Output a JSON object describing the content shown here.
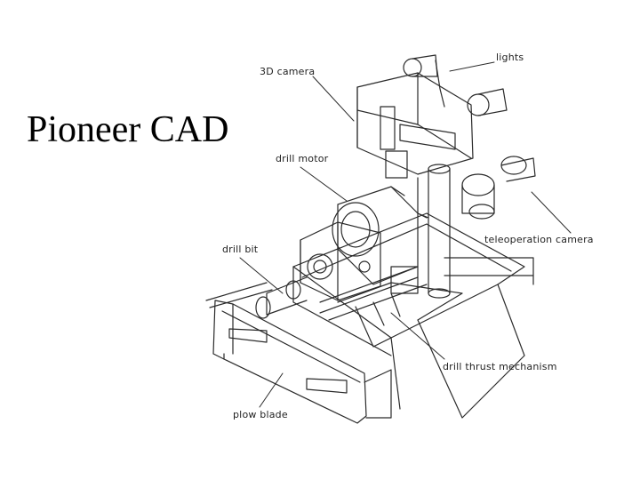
{
  "slide": {
    "title": "Pioneer CAD"
  },
  "callouts": {
    "lights": "lights",
    "camera_3d": "3D camera",
    "drill_motor": "drill motor",
    "teleoperation_camera": "teleoperation camera",
    "drill_bit": "drill bit",
    "drill_thrust_mechanism": "drill thrust mechanism",
    "plow_blade": "plow blade"
  },
  "colors": {
    "line": "#2a2a2a",
    "background": "#ffffff"
  }
}
